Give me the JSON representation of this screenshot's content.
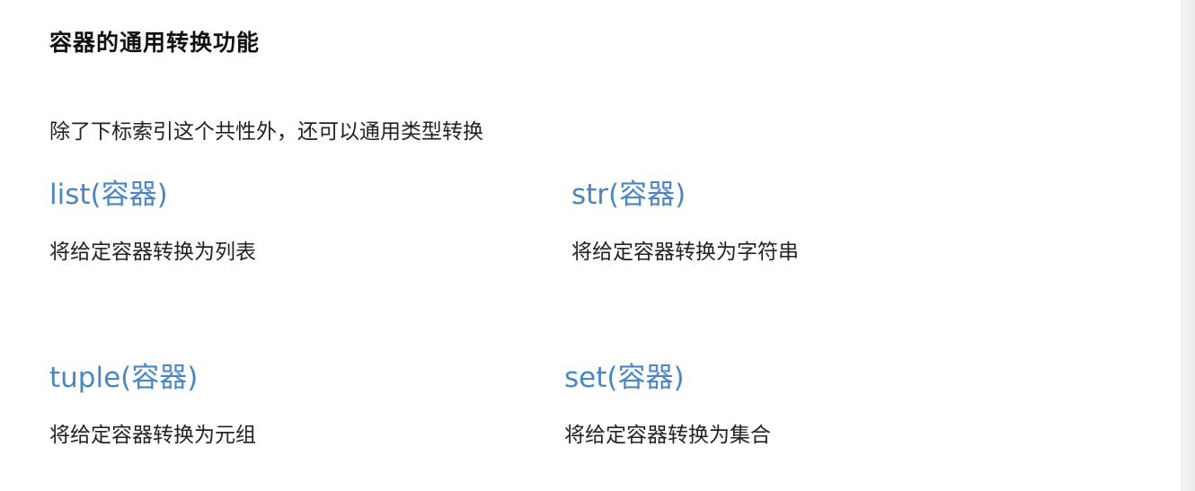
{
  "title": "容器的通用转换功能",
  "intro": "除了下标索引这个共性外，还可以通用类型转换",
  "functions": [
    {
      "name": "list(容器)",
      "desc": "将给定容器转换为列表"
    },
    {
      "name": "str(容器)",
      "desc": "将给定容器转换为字符串"
    },
    {
      "name": "tuple(容器)",
      "desc": "将给定容器转换为元组"
    },
    {
      "name": "set(容器)",
      "desc": "将给定容器转换为集合"
    }
  ],
  "colors": {
    "accent": "#4a86c2",
    "text": "#222222",
    "background": "#ffffff"
  }
}
